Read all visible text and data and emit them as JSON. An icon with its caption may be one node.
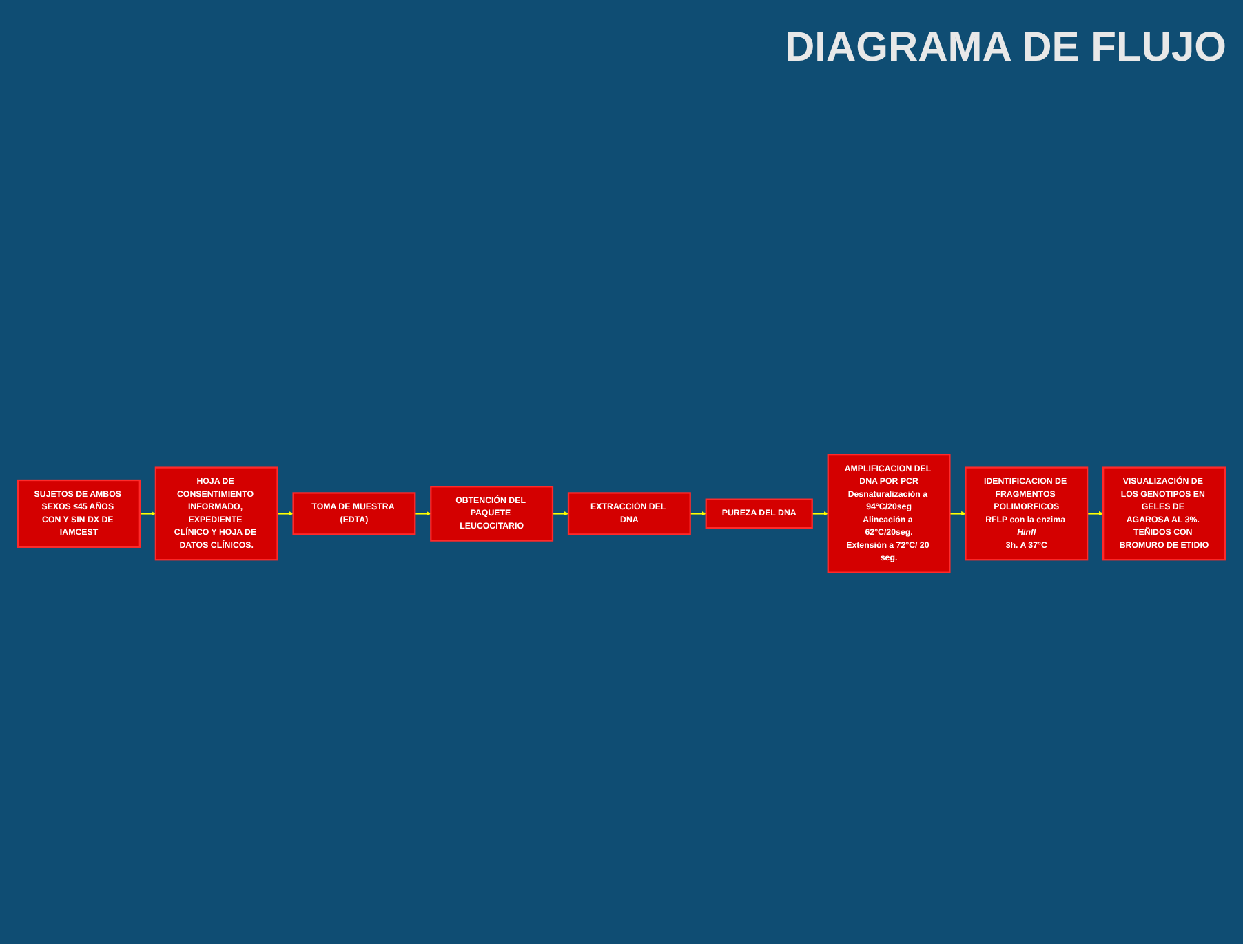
{
  "diagram": {
    "title": "DIAGRAMA DE FLUJO",
    "nodes": [
      {
        "text": [
          "SUJETOS DE AMBOS SEXOS ≤45 AÑOS CON Y SIN DX DE IAMCEST"
        ]
      },
      {
        "text": [
          "HOJA DE CONSENTIMIENTO INFORMADO, EXPEDIENTE CLÍNICO Y HOJA DE DATOS CLÍNICOS."
        ]
      },
      {
        "text": [
          "TOMA DE MUESTRA (EDTA)"
        ]
      },
      {
        "text": [
          "OBTENCIÓN DEL PAQUETE LEUCOCITARIO"
        ]
      },
      {
        "text": [
          "EXTRACCIÓN DEL DNA"
        ]
      },
      {
        "text": [
          "PUREZA DEL DNA"
        ]
      },
      {
        "text": [
          "AMPLIFICACION DEL DNA POR PCR",
          "Desnaturalización a 94°C/20seg",
          "Alineación a 62°C/20seg.",
          "Extensión a 72°C/ 20 seg."
        ]
      },
      {
        "text": [
          "IDENTIFICACION DE FRAGMENTOS POLIMORFICOS",
          "RFLP con la enzima *Hinfl*",
          "3h. A 37°C"
        ]
      },
      {
        "text": [
          "VISUALIZACIÓN DE LOS GENOTIPOS EN GELES DE AGAROSA AL 3%. TEÑIDOS CON BROMURO DE ETIDIO"
        ]
      }
    ],
    "edges": [
      {
        "from": 0,
        "to": 1,
        "arrow": "to"
      },
      {
        "from": 1,
        "to": 2,
        "arrow": "to"
      },
      {
        "from": 2,
        "to": 3,
        "arrow": "to"
      },
      {
        "from": 3,
        "to": 4,
        "arrow": "to"
      },
      {
        "from": 4,
        "to": 5,
        "arrow": "to"
      },
      {
        "from": 5,
        "to": 6,
        "arrow": "to"
      },
      {
        "from": 6,
        "to": 7,
        "arrow": "to"
      },
      {
        "from": 7,
        "to": 8,
        "arrow": "to"
      }
    ]
  }
}
